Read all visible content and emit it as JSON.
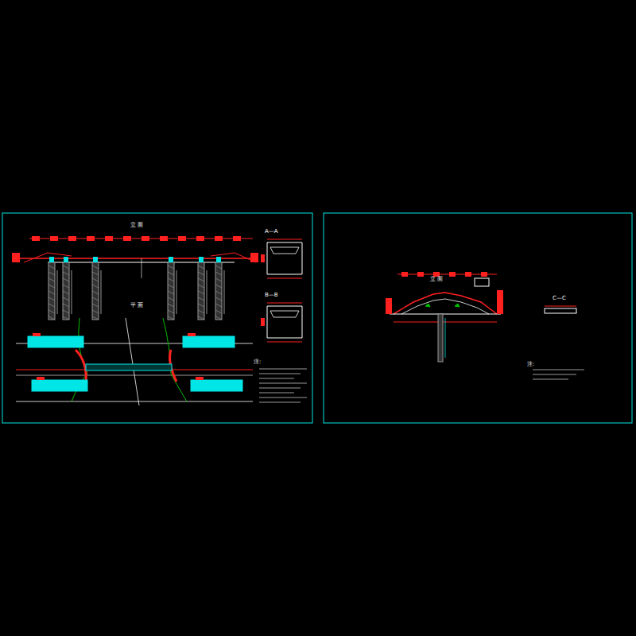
{
  "diagram": {
    "labels": [
      "立 面",
      "A—A",
      "B—B",
      "平 面",
      "注:",
      "立 面",
      "C—C",
      "注:"
    ]
  }
}
